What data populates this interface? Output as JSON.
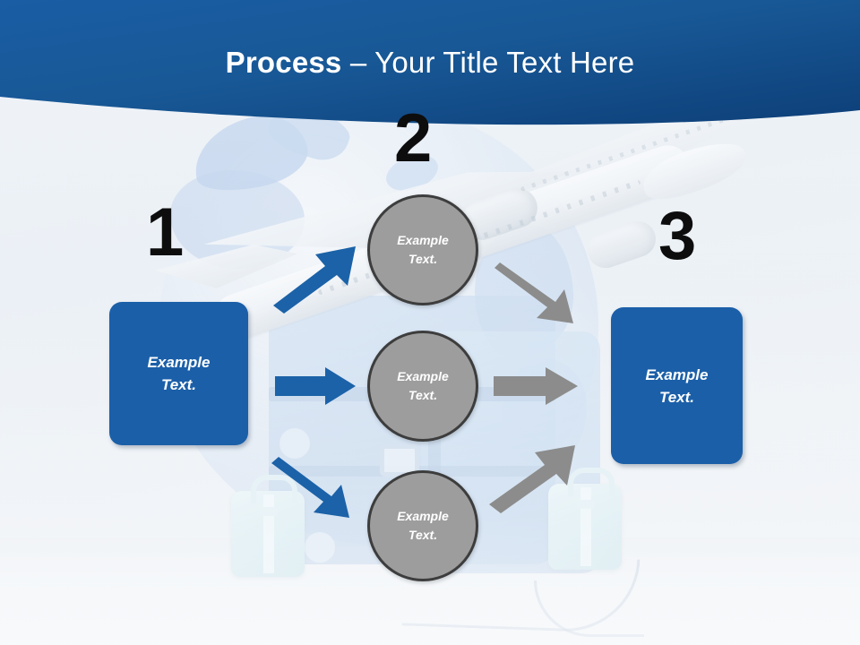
{
  "slide": {
    "title_bold": "Process",
    "title_rest": " – Your Title Text Here",
    "title_dash": "–",
    "background_color": "#eef2f6",
    "header_color": "#1b5a9c",
    "accent_blue": "#1b5fa8",
    "circle_gray": "#9d9d9d",
    "arrow_blue": "#1b62a8",
    "arrow_gray": "#8c8c8c",
    "number_color": "#0d0d0d"
  },
  "steps": [
    {
      "number": "1",
      "shape": "rounded-rectangle",
      "line1": "Example",
      "line2": "Text."
    },
    {
      "number": "2",
      "shape": "circle",
      "items": [
        {
          "line1": "Example",
          "line2": "Text."
        },
        {
          "line1": "Example",
          "line2": "Text."
        },
        {
          "line1": "Example",
          "line2": "Text."
        }
      ]
    },
    {
      "number": "3",
      "shape": "rounded-rectangle",
      "line1": "Example",
      "line2": "Text."
    }
  ],
  "connectors": {
    "inbound": [
      {
        "name": "arrow-up-right",
        "color": "#1b62a8"
      },
      {
        "name": "arrow-right",
        "color": "#1b62a8"
      },
      {
        "name": "arrow-down-right",
        "color": "#1b62a8"
      }
    ],
    "outbound": [
      {
        "name": "arrow-down-right",
        "color": "#8c8c8c"
      },
      {
        "name": "arrow-right",
        "color": "#8c8c8c"
      },
      {
        "name": "arrow-up-right",
        "color": "#8c8c8c"
      }
    ]
  },
  "background_art": {
    "globe": "world-globe",
    "airplane": "airplane",
    "luggage": "suitcases-and-travel-bags"
  }
}
